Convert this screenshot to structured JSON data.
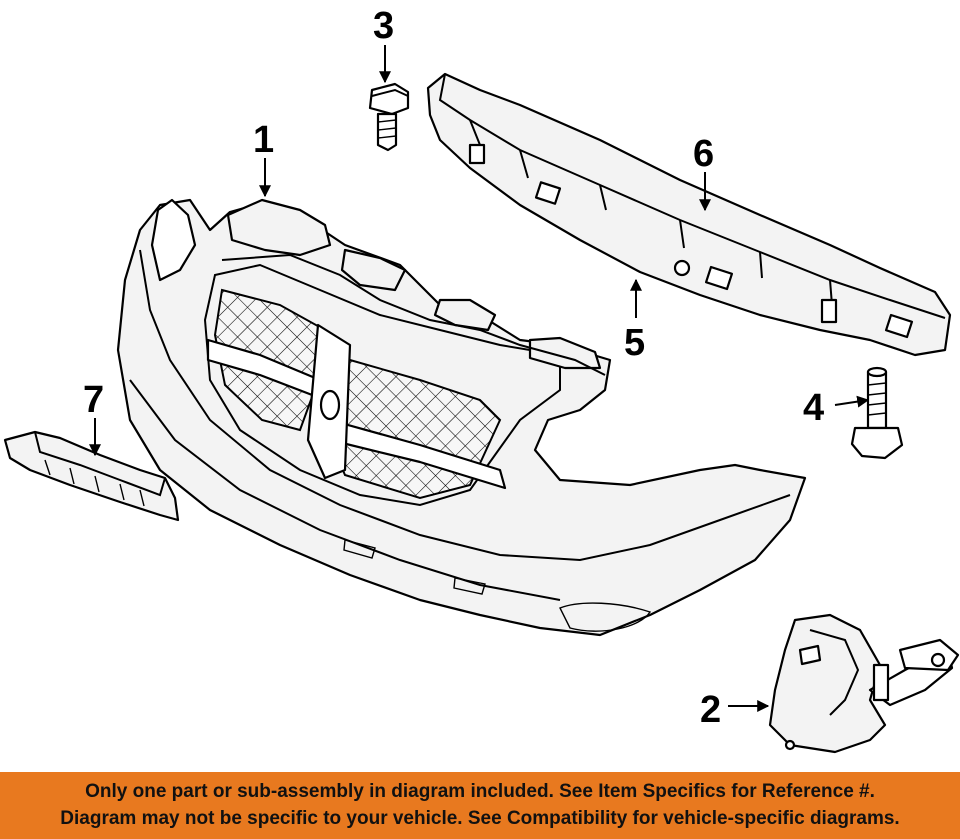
{
  "diagram": {
    "callouts": [
      {
        "id": "1",
        "label": "1"
      },
      {
        "id": "2",
        "label": "2"
      },
      {
        "id": "3",
        "label": "3"
      },
      {
        "id": "4",
        "label": "4"
      },
      {
        "id": "5",
        "label": "5"
      },
      {
        "id": "6",
        "label": "6"
      },
      {
        "id": "7",
        "label": "7"
      }
    ]
  },
  "banner": {
    "line1": "Only one part or sub-assembly in diagram included. See Item Specifics for Reference #.",
    "line2": "Diagram may not be specific to your vehicle. See Compatibility for vehicle-specific diagrams."
  },
  "colors": {
    "banner_background": "#e8791f",
    "line_color": "#000000",
    "background": "#ffffff"
  }
}
